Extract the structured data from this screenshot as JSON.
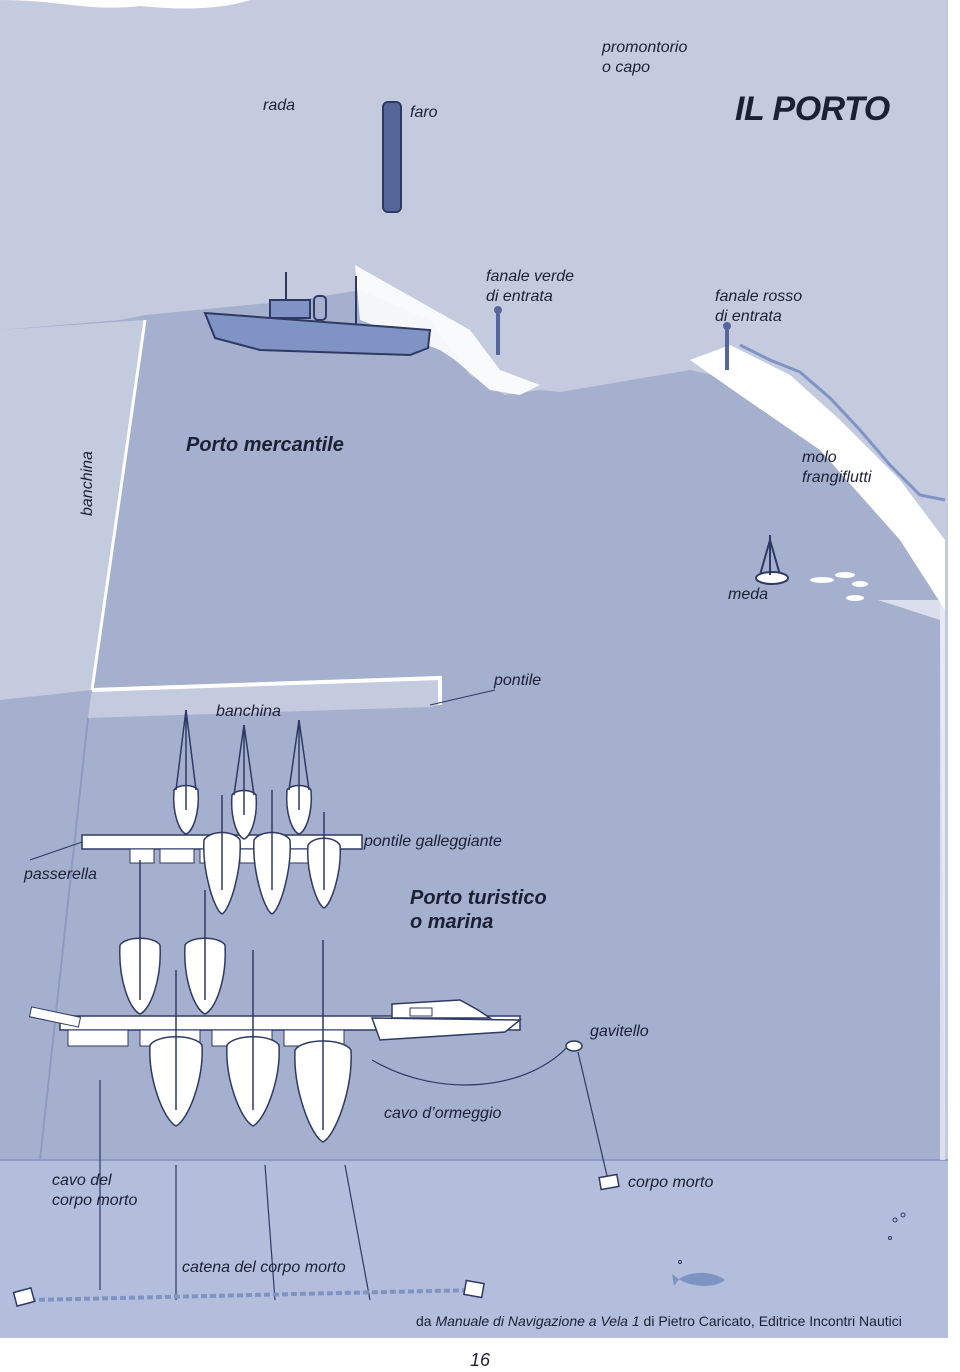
{
  "title": "IL PORTO",
  "labels": {
    "promontorio": [
      "promontorio",
      "o capo"
    ],
    "rada": "rada",
    "faro": "faro",
    "fanale_verde": [
      "fanale verde",
      "di entrata"
    ],
    "fanale_rosso": [
      "fanale rosso",
      "di entrata"
    ],
    "banchina_vertical": "banchina",
    "porto_mercantile": "Porto mercantile",
    "molo": [
      "molo",
      "frangiflutti"
    ],
    "meda": "meda",
    "pontile": "pontile",
    "banchina": "banchina",
    "pontile_galleggiante": "pontile galleggiante",
    "passerella": "passerella",
    "porto_turistico": [
      "Porto turistico",
      "o marina"
    ],
    "gavitello": "gavitello",
    "cavo_ormeggio": "cavo d’ormeggio",
    "cavo_corpo_morto": [
      "cavo del",
      "corpo morto"
    ],
    "corpo_morto": "corpo morto",
    "catena": "catena del corpo morto"
  },
  "credit": {
    "prefix": "da ",
    "book": "Manuale di Navigazione a Vela 1",
    "suffix": " di Pietro Caricato, Editrice Incontri Nautici"
  },
  "page_number": "16",
  "colors": {
    "land": "#c4cbdf",
    "water": "#a4b0cd",
    "deep_water": "#b4c0d9",
    "outline": "#2e3a63",
    "white": "#ffffff",
    "ship": "#7f93c4"
  }
}
